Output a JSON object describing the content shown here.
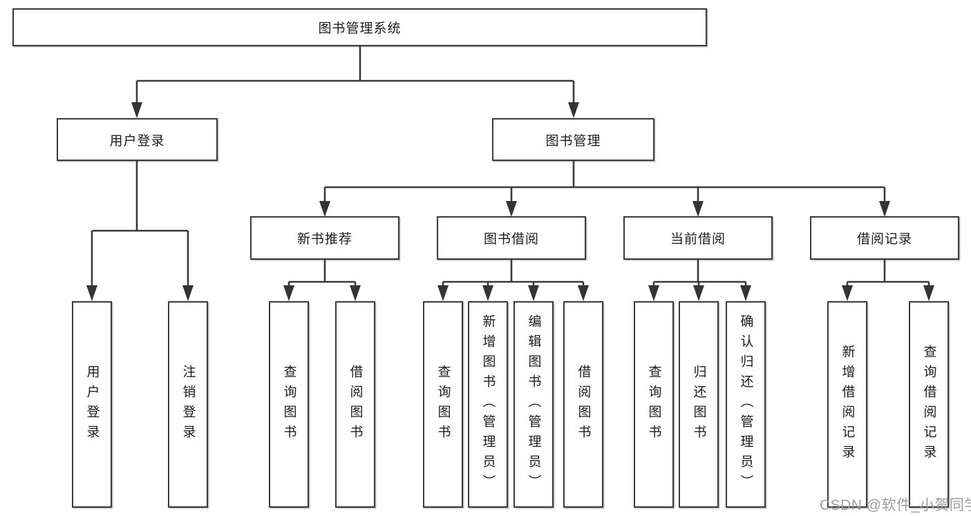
{
  "nodes": {
    "root": "图书管理系统",
    "user_login": "用户登录",
    "book_mgmt": "图书管理",
    "new_book_rec": "新书推荐",
    "book_borrow": "图书借阅",
    "current_borrow": "当前借阅",
    "borrow_record": "借阅记录",
    "leaf_user_login": "用户登录",
    "leaf_logout": "注销登录",
    "leaf_nb_query": "查询图书",
    "leaf_nb_borrow": "借阅图书",
    "leaf_bb_query": "查询图书",
    "leaf_bb_add": "新增图书（管理员）",
    "leaf_bb_edit": "编辑图书（管理员）",
    "leaf_bb_borrow": "借阅图书",
    "leaf_cb_query": "查询图书",
    "leaf_cb_return": "归还图书",
    "leaf_cb_confirm": "确认归还（管理员）",
    "leaf_br_add": "新增借阅记录",
    "leaf_br_query": "查询借阅记录"
  },
  "watermark": "CSDN @软件_小贺同学",
  "colors": {
    "line": "#3a3a3a",
    "text": "#1c1c1c",
    "box_background": "#ffffff",
    "watermark": "#9d9d9d",
    "page_background": "#ffffff"
  }
}
